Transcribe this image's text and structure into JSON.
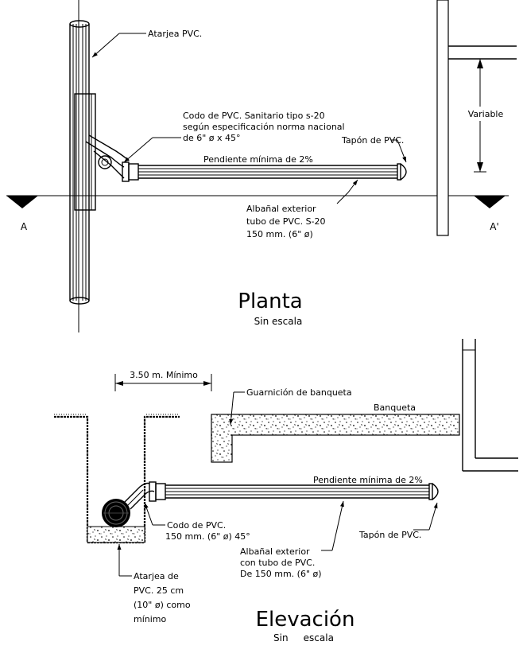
{
  "planta": {
    "labels": {
      "atarjea": "Atarjea PVC.",
      "codo_line1": "Codo de PVC. Sanitario tipo s-20",
      "codo_line2": "según especificación norma nacional",
      "codo_line3": "de 6\" ø x 45°",
      "tapon": "Tapón de PVC.",
      "pendiente": "Pendiente mínima de 2%",
      "albanal_line1": "Albañal exterior",
      "albanal_line2": "tubo de PVC. S-20",
      "albanal_line3": "150 mm. (6\" ø)",
      "variable": "Variable",
      "section_a": "A",
      "section_a_prime": "A'"
    },
    "title": "Planta",
    "subtitle": "Sin escala"
  },
  "elevacion": {
    "labels": {
      "dimension": "3.50 m. Mínimo",
      "guarnicion": "Guarnición de banqueta",
      "banqueta": "Banqueta",
      "pendiente": "Pendiente mínima de 2%",
      "codo_line1": "Codo de PVC.",
      "codo_line2": "150 mm. (6\" ø) 45°",
      "tapon": "Tapón de PVC.",
      "albanal_line1": "Albañal exterior",
      "albanal_line2": "con tubo de PVC.",
      "albanal_line3": "De 150 mm. (6\" ø)",
      "atarjea_line1": "Atarjea de",
      "atarjea_line2": "PVC.  25 cm",
      "atarjea_line3": "(10\" ø) como",
      "atarjea_line4": "mínimo"
    },
    "title": "Elevación",
    "subtitle": "Sin     escala"
  }
}
